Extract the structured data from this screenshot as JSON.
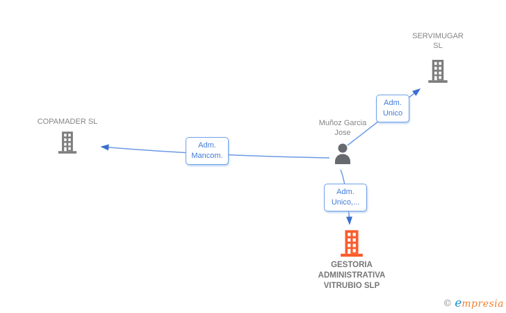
{
  "diagram": {
    "nodes": {
      "servimugar": {
        "label": "SERVIMUGAR SL",
        "type": "company"
      },
      "copamader": {
        "label": "COPAMADER SL",
        "type": "company"
      },
      "munoz_garcia_jose": {
        "label": "Muñoz Garcia Jose",
        "type": "person"
      },
      "gestoria": {
        "label": "GESTORIA ADMINISTRATIVA VITRUBIO SLP",
        "type": "company-highlighted"
      }
    },
    "edges": [
      {
        "from": "munoz_garcia_jose",
        "to": "servimugar",
        "label": "Adm. Unico"
      },
      {
        "from": "munoz_garcia_jose",
        "to": "copamader",
        "label": "Adm. Mancom."
      },
      {
        "from": "munoz_garcia_jose",
        "to": "gestoria",
        "label": "Adm. Unico,..."
      }
    ]
  },
  "colors": {
    "edge": "#6b99e6",
    "arrowhead": "#3a6fd0",
    "label_border": "#6fa0e8",
    "label_text": "#3f7bd8",
    "node_text": "#858585",
    "company_icon": "#7d7d7d",
    "person_icon": "#66696e",
    "highlight_company_icon": "#fb5c2c",
    "brand_e": "#1e8fcc",
    "brand_rest": "#ef7e2e",
    "copyright": "#8a8a8a"
  },
  "footer": {
    "copyright_symbol": "©",
    "brand_e": "e",
    "brand_rest": "mpresia"
  }
}
